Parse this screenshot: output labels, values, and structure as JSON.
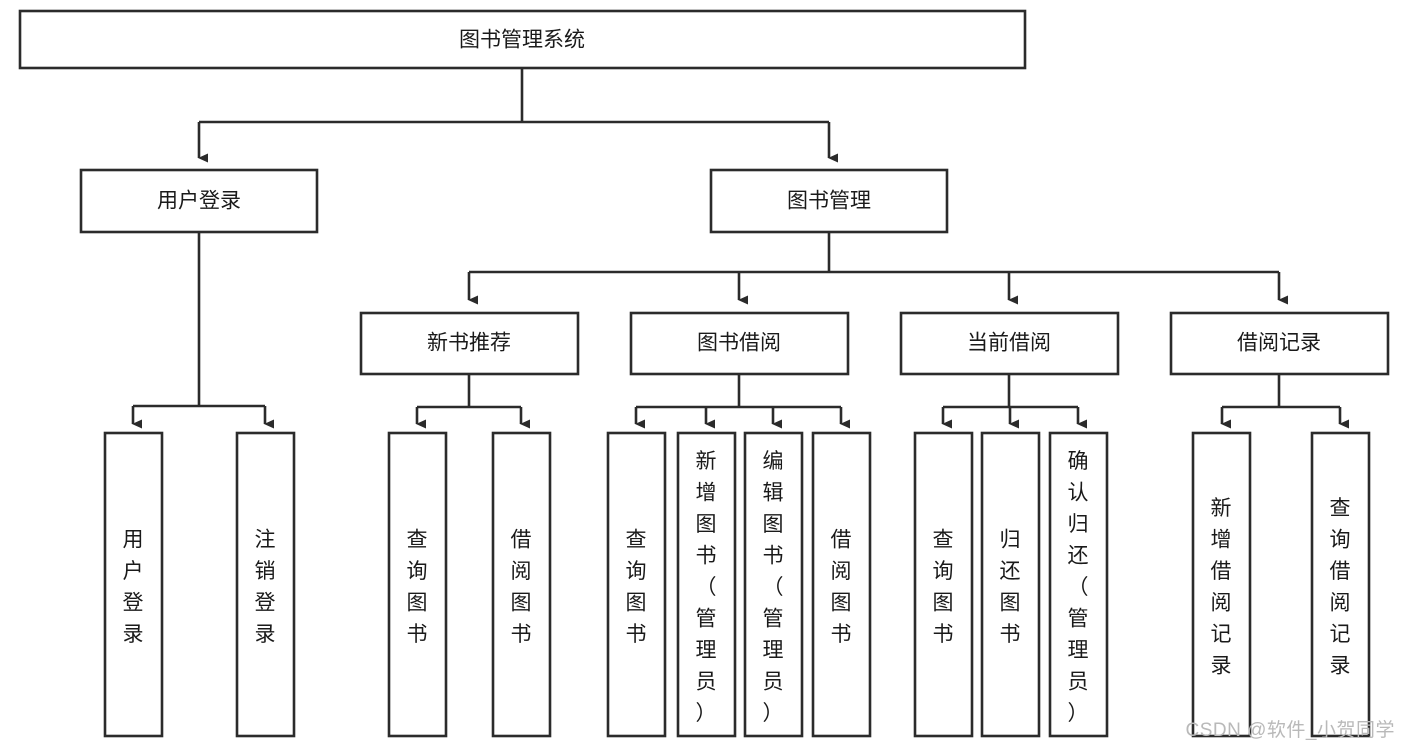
{
  "diagram": {
    "type": "tree-hierarchy",
    "title": "图书管理系统",
    "watermark": "CSDN @软件_小贺同学",
    "colors": {
      "background": "#ffffff",
      "stroke": "#2b2b2b",
      "text": "#1a1a1a",
      "watermark": "#b9b9b9"
    },
    "root": {
      "label": "图书管理系统"
    },
    "level2": [
      {
        "label": "用户登录"
      },
      {
        "label": "图书管理"
      }
    ],
    "level3": [
      {
        "label": "新书推荐"
      },
      {
        "label": "图书借阅"
      },
      {
        "label": "当前借阅"
      },
      {
        "label": "借阅记录"
      }
    ],
    "leaves": {
      "user_login": [
        {
          "label": "用户登录"
        },
        {
          "label": "注销登录"
        }
      ],
      "new_book_recommend": [
        {
          "label": "查询图书"
        },
        {
          "label": "借阅图书"
        }
      ],
      "book_borrow": [
        {
          "label": "查询图书"
        },
        {
          "label": "新增图书（管理员）"
        },
        {
          "label": "编辑图书（管理员）"
        },
        {
          "label": "借阅图书"
        }
      ],
      "current_borrow": [
        {
          "label": "查询图书"
        },
        {
          "label": "归还图书"
        },
        {
          "label": "确认归还（管理员）"
        }
      ],
      "borrow_record": [
        {
          "label": "新增借阅记录"
        },
        {
          "label": "查询借阅记录"
        }
      ]
    }
  }
}
